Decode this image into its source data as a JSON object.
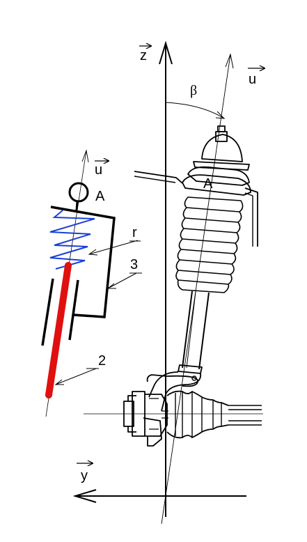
{
  "labels": {
    "z": "z",
    "u_axis": "u",
    "beta": "β",
    "A_main": "A",
    "u_inset": "u",
    "A_inset": "A",
    "r": "r",
    "three": "3",
    "two": "2",
    "y": "y"
  },
  "colors": {
    "spring": "#1a3fd6",
    "rod": "#e01010",
    "ink": "#000000"
  }
}
